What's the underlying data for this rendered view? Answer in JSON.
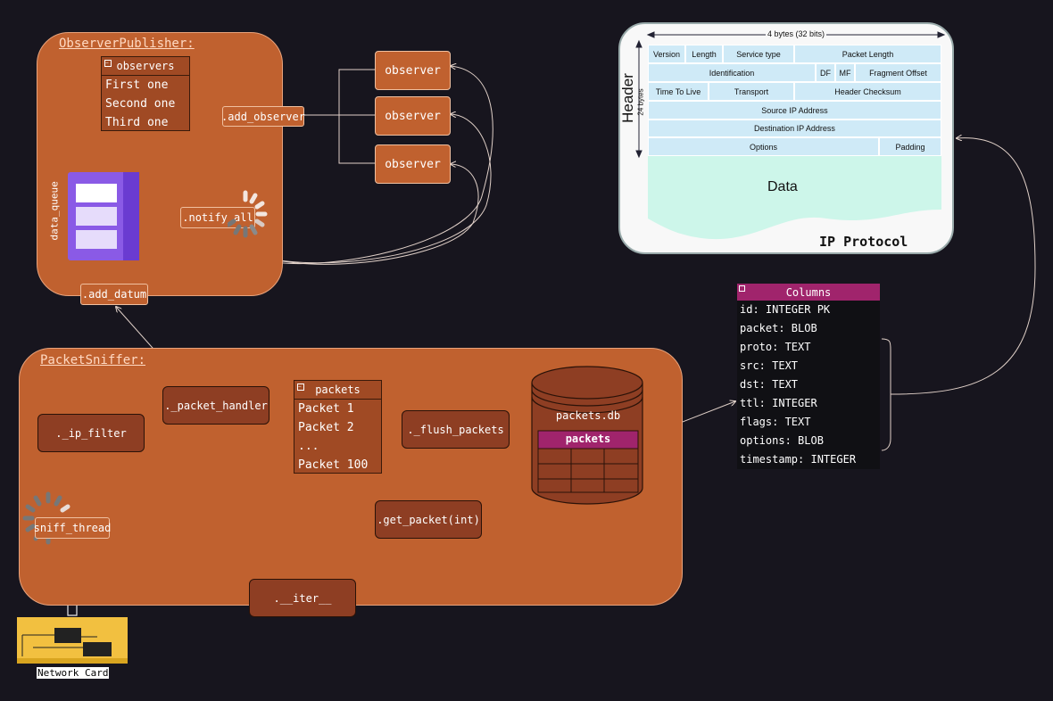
{
  "observer_publisher": {
    "title": "ObserverPublisher:",
    "observers_list": {
      "header": "observers",
      "items": [
        "First one",
        "Second one",
        "Third one"
      ]
    },
    "add_observer": ".add_observer",
    "notify_all": ".notify_all",
    "data_queue": "data_queue",
    "add_datum": ".add_datum",
    "observer_label": "observer"
  },
  "packet_sniffer": {
    "title": "PacketSniffer:",
    "ip_filter": "._ip_filter",
    "packet_handler": "._packet_handler",
    "sniff_thread": "sniff_thread",
    "packets_list": {
      "header": "packets",
      "items": [
        "Packet 1",
        "Packet 2",
        "...",
        "Packet 100"
      ]
    },
    "flush_packets": "._flush_packets",
    "get_packet": ".get_packet(int)",
    "iter": ".__iter__",
    "db_name": "packets.db",
    "db_table": "packets"
  },
  "network_card": "Network Card",
  "ip_protocol": {
    "title": "IP Protocol",
    "width_label": "4 bytes (32 bits)",
    "header_label": "Header",
    "header_size": "24 bytes",
    "fields": [
      "Version",
      "Length",
      "Service type",
      "Packet Length",
      "Identification",
      "DF",
      "MF",
      "Fragment Offset",
      "Time To Live",
      "Transport",
      "Header Checksum",
      "Source IP Address",
      "Destination IP Address",
      "Options",
      "Padding"
    ],
    "data_label": "Data"
  },
  "columns": {
    "header": "Columns",
    "items": [
      "id: INTEGER PK",
      "packet: BLOB",
      "proto: TEXT",
      "src: TEXT",
      "dst: TEXT",
      "ttl: INTEGER",
      "flags: TEXT",
      "options: BLOB",
      "timestamp: INTEGER"
    ]
  },
  "colors": {
    "background": "#17151e",
    "panel": "#c0612f",
    "accent": "#a0246c",
    "queue": "#8a5ae6"
  }
}
